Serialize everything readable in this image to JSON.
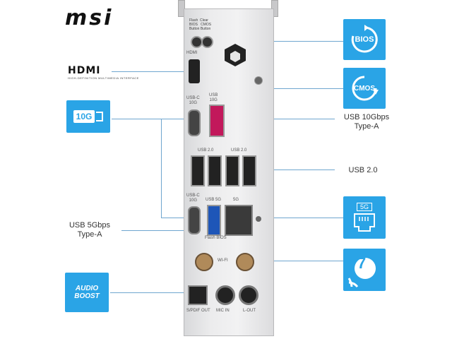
{
  "brand": {
    "logo": "msi"
  },
  "hdmi_logo": "HDMI",
  "hdmi_logo_sub": "HIGH-DEFINITION MULTIMEDIA INTERFACE",
  "labels": {
    "usb10_typea": "USB 10Gbps\nType-A",
    "usb20": "USB 2.0",
    "usb5_typea": "USB 5Gbps\nType-A"
  },
  "tiles": {
    "tile_10g": "10G",
    "tile_bios": "BIOS",
    "tile_cmos": "CMOS",
    "tile_5g": "5G",
    "tile_wifi7": "7",
    "tile_audio": "AUDIO\nBOOST"
  },
  "panel_text": {
    "flash_clear": "Flash  Clear\nBIOS   CMOS\nButton Button",
    "hdmi": "HDMI",
    "usbc_10g_top": "USB-C\n10G",
    "usb_10g": "USB\n10G",
    "usb20_left": "USB 2.0",
    "usb20_right": "USB 2.0",
    "usbc_10g_bottom": "USB-C\n10G",
    "usb_5g": "USB 5G",
    "lan_5g": "5G",
    "flash_bios": "Flash BIOS",
    "wifi": "WI-FI",
    "spdif_out": "S/PDIF OUT",
    "mic_in": "MIC IN",
    "l_out": "L-OUT"
  },
  "colors": {
    "accent": "#2aa4e6",
    "line": "#6fa6cf",
    "usb10_port": "#c2185b",
    "usb5_port": "#1e56b8"
  }
}
